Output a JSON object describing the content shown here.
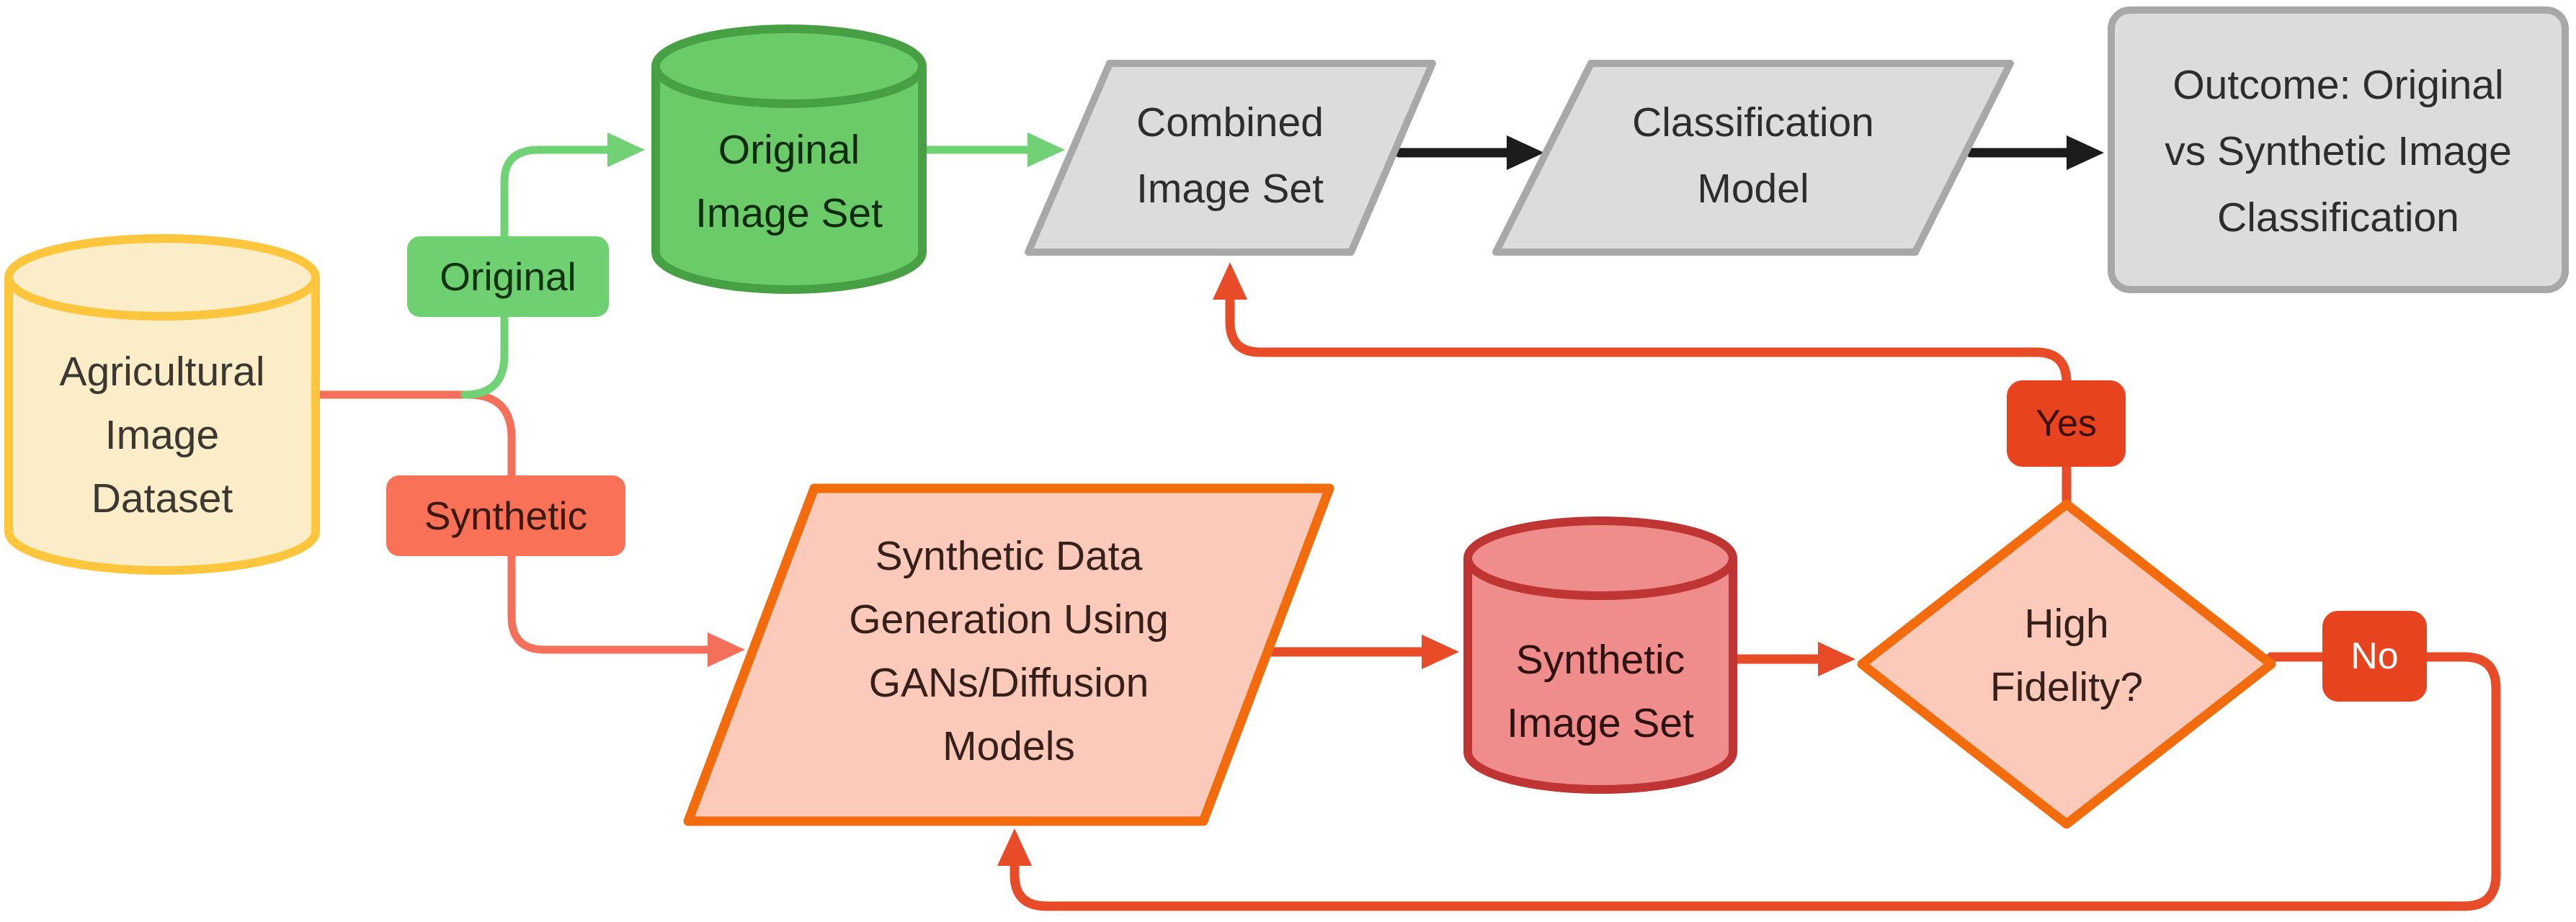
{
  "diagram": {
    "nodes": {
      "dataset": {
        "lines": [
          "Agricultural",
          "Image",
          "Dataset"
        ]
      },
      "original_set": {
        "lines": [
          "Original",
          "Image Set"
        ]
      },
      "combined_set": {
        "lines": [
          "Combined",
          "Image Set"
        ]
      },
      "classification": {
        "lines": [
          "Classification",
          "Model"
        ]
      },
      "outcome": {
        "lines": [
          "Outcome: Original",
          "vs Synthetic Image",
          "Classification"
        ]
      },
      "synthetic_generation": {
        "lines": [
          "Synthetic Data",
          "Generation Using",
          "GANs/Diffusion",
          "Models"
        ]
      },
      "synthetic_set": {
        "lines": [
          "Synthetic",
          "Image Set"
        ]
      },
      "fidelity_decision": {
        "lines": [
          "High",
          "Fidelity?"
        ]
      }
    },
    "edge_labels": {
      "original": "Original",
      "synthetic": "Synthetic",
      "yes": "Yes",
      "no": "No"
    },
    "colors": {
      "background": "#FFFFFF",
      "yellow_fill": "#FAEDC8",
      "yellow_stroke": "#FFC53D",
      "greencyl_fill": "#6CCB69",
      "greencyl_stroke": "#47A144",
      "greenlabel_fill": "#6FD072",
      "green_edge": "#70D175",
      "salmon_edge": "#F4705B",
      "synlabel_fill": "#F97257",
      "gray_fill": "#DCDCDC",
      "gray_stroke": "#A8A8A8",
      "black_edge": "#1C1C1C",
      "orange_stroke": "#F26B0D",
      "lightsalmon_fill": "#FBCABA",
      "redcyl_fill": "#EE8D8B",
      "redcyl_stroke": "#BF3533",
      "redorange_edge": "#E84B27",
      "yesno_fill": "#E8431F",
      "text_dark": "#3C3831",
      "text_on_greencyl": "#0E2B10",
      "text_on_greenlabel": "#10330F",
      "text_on_synlabel": "#3A1911",
      "text_on_gray": "#2D2D2D",
      "text_on_lightsalmon": "#38201A",
      "text_on_redcyl": "#2E1111",
      "text_yes": "#3A0F06",
      "text_no": "#FFFFFF"
    }
  }
}
